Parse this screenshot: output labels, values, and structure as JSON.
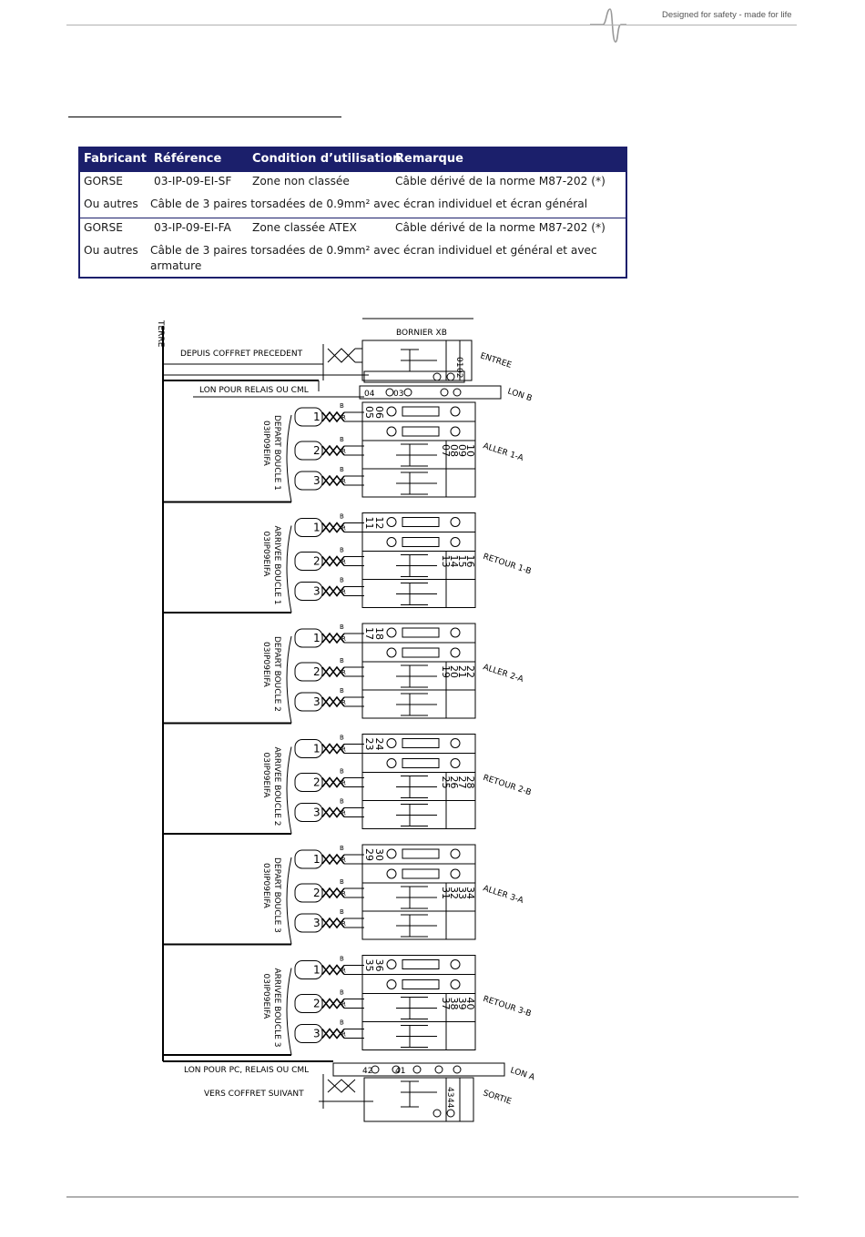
{
  "header": {
    "tagline": "Designed for safety - made for life"
  },
  "table": {
    "headers": [
      "Fabricant",
      "Référence",
      "Condition d’utilisation",
      "Remarque"
    ],
    "rows": [
      {
        "fabricant": "GORSE",
        "reference": "03-IP-09-EI-SF",
        "condition": "Zone non classée",
        "remarque": "Câble dérivé de la norme M87-202 (*)",
        "alt_fabricant": "Ou autres",
        "description": "Câble de 3 paires torsadées de 0.9mm² avec écran individuel et écran général"
      },
      {
        "fabricant": "GORSE",
        "reference": "03-IP-09-EI-FA",
        "condition": "Zone classée ATEX",
        "remarque": "Câble dérivé de la norme M87-202 (*)",
        "alt_fabricant": "Ou autres",
        "description": "Câble de 3 paires torsadées de 0.9mm² avec écran individuel et général et avec",
        "description2": "armature"
      }
    ]
  },
  "diagram": {
    "terre": "TERRE",
    "bornier": "BORNIER XB",
    "depuis": "DEPUIS COFFRET PRECEDENT",
    "lon_relais": "LON POUR RELAIS OU CML",
    "lon_pc": "LON POUR PC, RELAIS OU CML",
    "vers": "VERS COFFRET SUIVANT",
    "entree": "ENTREE",
    "lon_b": "LON B",
    "lon_a": "LON A",
    "sortie": "SORTIE",
    "pair_b": "B",
    "pair_r": "R",
    "top_terminals": [
      "01",
      "02"
    ],
    "lonb_terminals": [
      "04",
      "03"
    ],
    "lona_terminals": [
      "42",
      "41"
    ],
    "sortie_terminals": [
      "43",
      "44"
    ],
    "cable_code": "03IP09EIFA",
    "sections": [
      {
        "label": "DEPART BOUCLE 1",
        "side": "ALLER 1-A",
        "terms": [
          "05",
          "06",
          "07",
          "08",
          "09",
          "10"
        ]
      },
      {
        "label": "ARRIVEE BOUCLE 1",
        "side": "RETOUR 1-B",
        "terms": [
          "11",
          "12",
          "13",
          "14",
          "15",
          "16"
        ]
      },
      {
        "label": "DEPART BOUCLE 2",
        "side": "ALLER 2-A",
        "terms": [
          "17",
          "18",
          "19",
          "20",
          "21",
          "22"
        ]
      },
      {
        "label": "ARRIVEE BOUCLE 2",
        "side": "RETOUR 2-B",
        "terms": [
          "23",
          "24",
          "25",
          "26",
          "27",
          "28"
        ]
      },
      {
        "label": "DEPART BOUCLE 3",
        "side": "ALLER 3-A",
        "terms": [
          "29",
          "30",
          "31",
          "32",
          "33",
          "34"
        ]
      },
      {
        "label": "ARRIVEE BOUCLE 3",
        "side": "RETOUR 3-B",
        "terms": [
          "35",
          "36",
          "37",
          "38",
          "39",
          "40"
        ]
      }
    ],
    "pair_numbers": [
      "1",
      "2",
      "3"
    ]
  }
}
